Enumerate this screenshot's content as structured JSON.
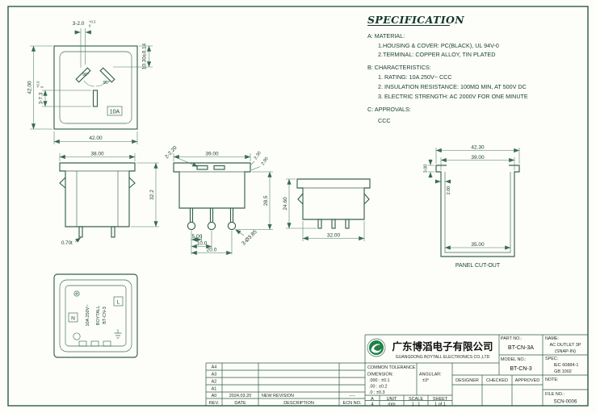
{
  "colors": {
    "ink": "#35624c",
    "logo_green": "#1f8048"
  },
  "spec": {
    "title": "SPECIFICATION",
    "sec_a": "A:  MATERIAL:",
    "a1": "1.HOUSING & COVER: PC(BLACK), UL 94V-0",
    "a2": "2.TERMINAL: COPPER ALLOY, TIN PLATED",
    "sec_b": "B:  CHARACTERISTICS:",
    "b1": "1. RATING: 10A 250V~ CCC",
    "b2": "2. INSULATION RESISTANCE: 100MΩ MIN, AT 500V DC",
    "b3": "3. ELECTRIC STRENGTH: AC 2000V FOR ONE MINUTE",
    "sec_c": "C:  APPROVALS:",
    "c1": "CCC"
  },
  "front_view": {
    "dim_slot_width": "3-2.0",
    "dim_slot_width_tol_upper": "+0.3",
    "dim_slot_width_tol_lower": "0",
    "dim_top_to_slot": "10.30±0.14",
    "dim_width": "42.00",
    "dim_height": "42.00",
    "dim_slot_length": "3-7.3",
    "dim_slot_length_tol_upper": "+0.3",
    "dim_slot_length_tol_lower": "0",
    "angle_left": "90°",
    "angle_right": "90°",
    "marking": "10A"
  },
  "side_view_a": {
    "dim_width": "38.00",
    "dim_height": "32.2",
    "dim_pin_thickness": "0.70t"
  },
  "section_view": {
    "dim_slots": "2-2.20",
    "dim_width": "39.00",
    "dim_step_1": "2.30",
    "dim_step_2": "2.90",
    "dim_height": "28.5",
    "dim_pitch_1": "5.00",
    "dim_pitch_2": "10.0",
    "dim_pitch_3": "20.0",
    "dim_terminal": "3-Ø3.85"
  },
  "side_view_b": {
    "dim_height": "24.60",
    "dim_width": "32.00"
  },
  "panel_cutout": {
    "dim_outer_width": "42.30",
    "dim_inner_width": "39.00",
    "dim_lip": "3.00",
    "dim_step": "2.00",
    "dim_bottom_width": "35.00",
    "caption": "PANEL CUT-OUT"
  },
  "back_view": {
    "rating": "10A 250V~",
    "brand": "BOYTALL",
    "model": "BT-CN-3",
    "live_mark": "L",
    "neutral_mark": "N"
  },
  "title_block": {
    "company_cn": "广东博滔电子有限公司",
    "company_en": "GUANGDONG BOYTALL ELECTRONICS CO.,LTD",
    "part_no_label": "PART NO.:",
    "part_no": "BT-CN-3A",
    "name_label": "NAME:",
    "name_line1": "AC OUTLET 3P",
    "name_line2": "(SNAP-IN)",
    "model_no_label": "MODEL NO.:",
    "model_no": "BT-CN-3",
    "spec_label": "SPEC:",
    "spec_line1": "IEC 60884-1",
    "spec_line2": "GB 1002",
    "designer": "DESIGNER",
    "checked": "CHECKED",
    "approved": "APPROVED",
    "note_label": "NOTE:",
    "tolerance_title": "COMMON TOLERANCE",
    "dimension_label": "DIMENSION:",
    "angular_label": "ANGULAR:",
    "tol1": ".000 : ±0.1",
    "tol2": ".00  : ±0.2",
    "tol3": ".0   : ±0.3",
    "tol_ang": "±3°",
    "size_a": "A",
    "size_4": "4",
    "unit_label": "UNIT",
    "unit_value": "mm",
    "scale_label": "SCALE",
    "scale_value": "1 : 1",
    "sheet_label": "SHEET",
    "sheet_value": "1 of 1",
    "file_no_label": "FILE NO.:",
    "file_no": "SCN-0006"
  },
  "revisions": {
    "header": {
      "rev": "REV.",
      "date": "DATE",
      "desc": "DESCRIPTION",
      "ecn": "ECN NO."
    },
    "rows": [
      {
        "rev": "A4",
        "date": "",
        "desc": "",
        "ecn": ""
      },
      {
        "rev": "A3",
        "date": "",
        "desc": "",
        "ecn": ""
      },
      {
        "rev": "A2",
        "date": "",
        "desc": "",
        "ecn": ""
      },
      {
        "rev": "A1",
        "date": "",
        "desc": "",
        "ecn": ""
      },
      {
        "rev": "A0",
        "date": "2024.03.20",
        "desc": "NEW REVISION",
        "ecn": "----"
      }
    ]
  }
}
